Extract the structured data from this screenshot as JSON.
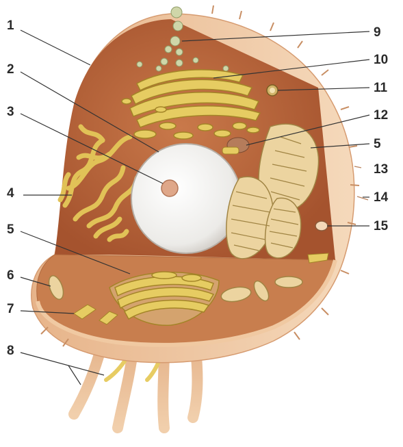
{
  "labels": {
    "n1": "1",
    "n2": "2",
    "n3": "3",
    "n4": "4",
    "n5a": "5",
    "n6": "6",
    "n7": "7",
    "n8": "8",
    "n9": "9",
    "n10": "10",
    "n11": "11",
    "n12": "12",
    "n5b": "5",
    "n13": "13",
    "n14": "14",
    "n15": "15"
  },
  "colors": {
    "cell_outer": "#f0c9a2",
    "cell_interior": "#b9663c",
    "cut_face": "#c77a4b",
    "nucleus": "#f4f2ee",
    "organelle": "#e4c85e",
    "organelle_dark": "#9a7a22",
    "leader_line": "#333333"
  }
}
